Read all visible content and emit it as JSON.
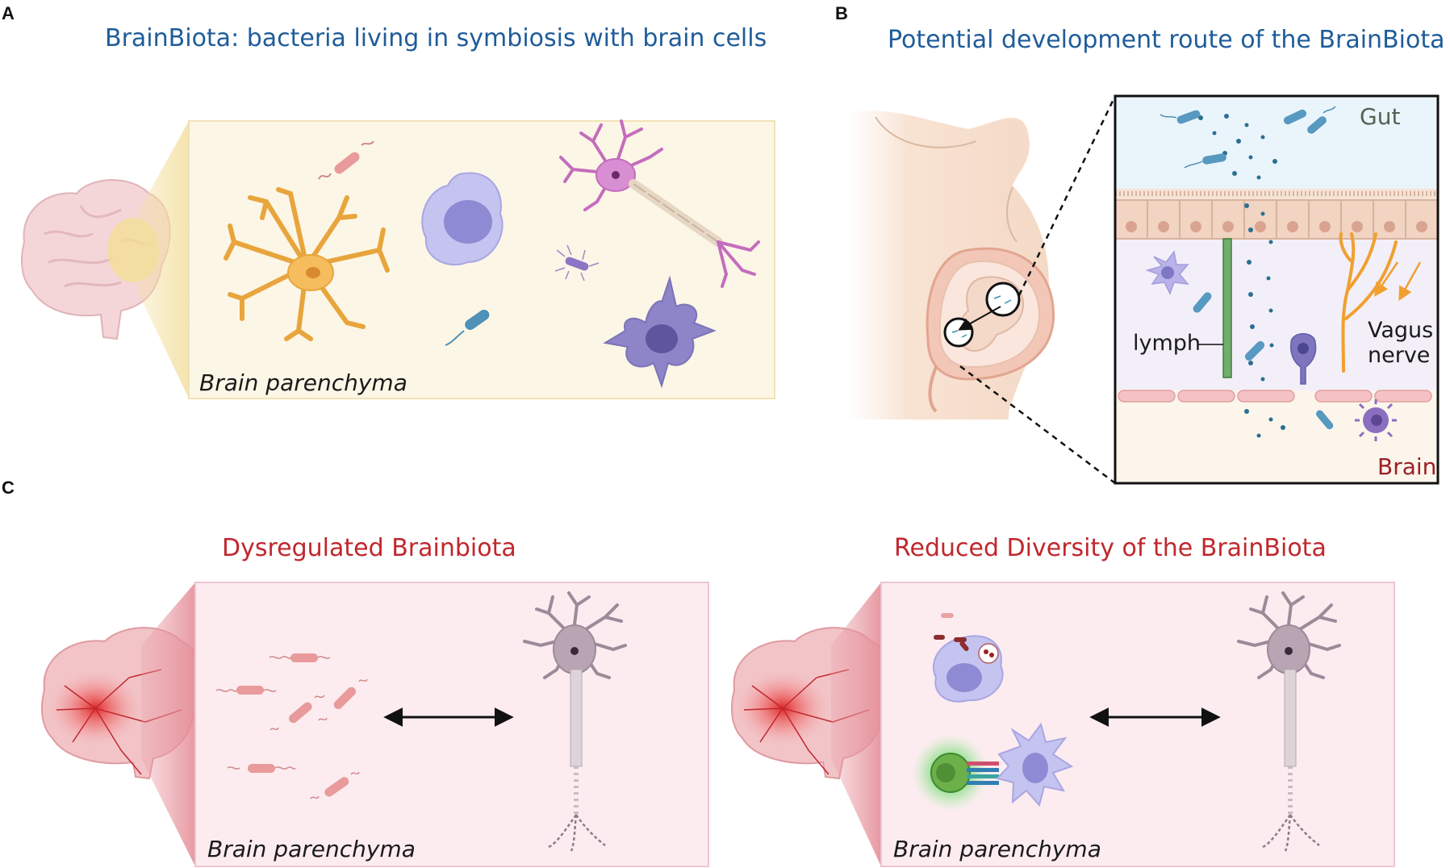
{
  "panels": {
    "a": {
      "letter": "A",
      "title": "BrainBiota: bacteria living in symbiosis with brain cells",
      "region_label": "Brain parenchyma"
    },
    "b": {
      "letter": "B",
      "title": "Potential development route of the BrainBiota",
      "gut_label": "Gut",
      "brain_label": "Brain",
      "lymph_label": "lymph",
      "vagus_label_1": "Vagus",
      "vagus_label_2": "nerve"
    },
    "c": {
      "letter": "C",
      "left_title": "Dysregulated Brainbiota",
      "right_title": "Reduced Diversity of the BrainBiota",
      "left_region_label": "Brain parenchyma",
      "right_region_label": "Brain parenchyma"
    }
  },
  "colors": {
    "title_blue": "#1f5c99",
    "title_red": "#c0272d",
    "panel_a_box": "#fcf6e6",
    "panel_c_box": "#fcecf0",
    "gut_bg": "#eaf5fb",
    "brain_bg": "#f3eff9"
  }
}
